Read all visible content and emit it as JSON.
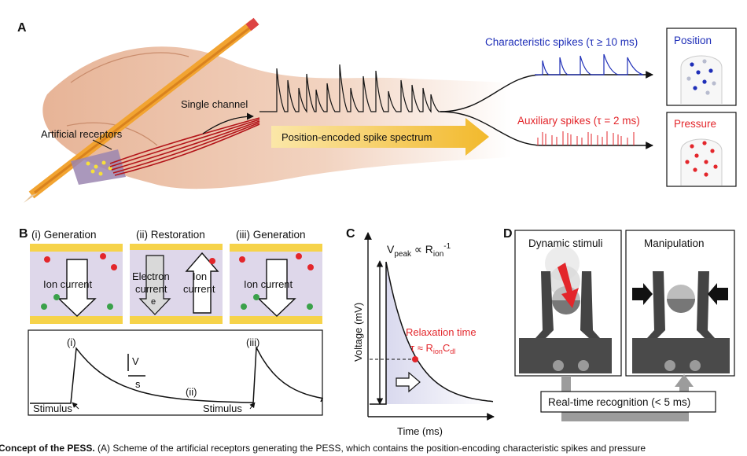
{
  "panels": {
    "A": {
      "label": "A",
      "receptors_label": "Artificial receptors",
      "channel_label": "Single channel",
      "spectrum_label": "Position-encoded spike spectrum",
      "char_spikes_label": "Characteristic spikes (τ ≥ 10 ms)",
      "aux_spikes_label": "Auxiliary spikes (τ = 2 ms)",
      "position_label": "Position",
      "pressure_label": "Pressure"
    },
    "B": {
      "label": "B",
      "gen1": "(i) Generation",
      "restore": "(ii) Restoration",
      "gen3": "(iii) Generation",
      "ion_current": "Ion current",
      "electron_current_l1": "Electron",
      "electron_current_l2": "current",
      "electron_symbol": "e",
      "ion_current_l1": "Ion",
      "ion_current_l2": "current",
      "peak_i": "(i)",
      "valley_ii": "(ii)",
      "peak_iii": "(iii)",
      "stimulus": "Stimulus",
      "scale_v": "V",
      "scale_s": "s"
    },
    "C": {
      "label": "C",
      "vpeak_pre": "V",
      "vpeak_sub": "peak",
      "vpeak_mid": " ∝ R",
      "vpeak_sub2": "ion",
      "vpeak_sup": "-1",
      "ylabel": "Voltage (mV)",
      "xlabel": "Time (ms)",
      "relax_label": "Relaxation time",
      "tau_pre": "τ ≈ R",
      "tau_sub1": "ion",
      "tau_mid": "C",
      "tau_sub2": "dl"
    },
    "D": {
      "label": "D",
      "dynamic": "Dynamic stimuli",
      "manipulation": "Manipulation",
      "recognition": "Real-time recognition (< 5 ms)"
    }
  },
  "caption": {
    "bold": "Concept of the PESS.",
    "text": " (A) Scheme of the artificial receptors generating the PESS, which contains the position-encoding characteristic spikes and pressure"
  },
  "colors": {
    "blue": "#1f2fb8",
    "red": "#e3262b",
    "arrow_yellow": "#f4c23c",
    "film_purple": "#d5cce6",
    "electrode_yellow": "#f6d34a"
  }
}
